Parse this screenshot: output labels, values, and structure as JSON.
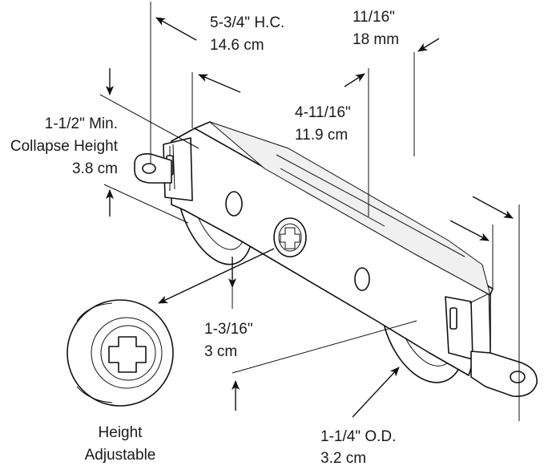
{
  "dimensions": {
    "hole_center": {
      "line1": "5-3/4\" H.C.",
      "line2": "14.6 cm"
    },
    "width": {
      "line1": "11/16\"",
      "line2": "18 mm"
    },
    "length": {
      "line1": "4-11/16\"",
      "line2": "11.9 cm"
    },
    "collapse": {
      "line1": "1-1/2\" Min.",
      "line2": "Collapse Height",
      "line3": "3.8 cm"
    },
    "adjust_offset": {
      "line1": "1-3/16\"",
      "line2": "3 cm"
    },
    "wheel_od": {
      "line1": "1-1/4\" O.D.",
      "line2": "3.2 cm"
    }
  },
  "callout": {
    "line1": "Height",
    "line2": "Adjustable"
  }
}
